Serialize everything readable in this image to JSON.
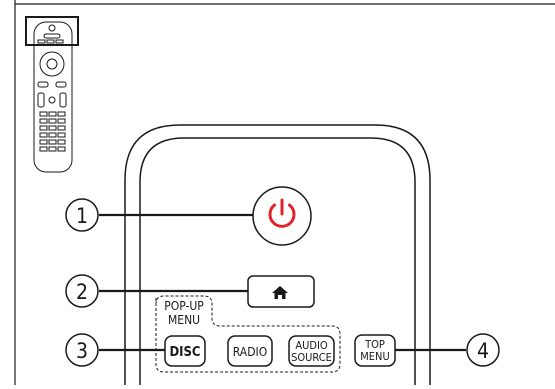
{
  "callouts": [
    "1",
    "2",
    "3",
    "4"
  ],
  "buttons": {
    "popup_menu_line1": "POP-UP",
    "popup_menu_line2": "MENU",
    "disc": "DISC",
    "radio": "RADIO",
    "audio_source_line1": "AUDIO",
    "audio_source_line2": "SOURCE",
    "top_menu_line1": "TOP",
    "top_menu_line2": "MENU"
  },
  "icons": {
    "power": "power-icon",
    "home": "home-icon"
  },
  "colors": {
    "power_red": "#e0232a",
    "stroke": "#1a1a1a"
  }
}
